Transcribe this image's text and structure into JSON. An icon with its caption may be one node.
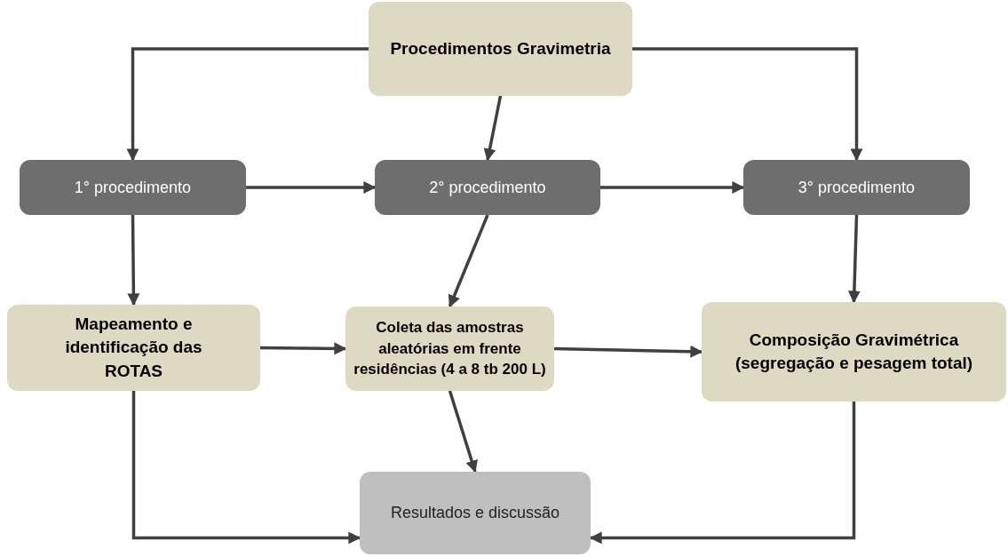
{
  "diagram": {
    "nodes": [
      {
        "text": [
          "Procedimentos Gravimetria"
        ]
      },
      {
        "text": [
          "1° procedimento"
        ]
      },
      {
        "text": [
          "2° procedimento"
        ]
      },
      {
        "text": [
          "3° procedimento"
        ]
      },
      {
        "text": [
          "Mapeamento e identificação das ROTAS"
        ]
      },
      {
        "text": [
          "Coleta das amostras aleatórias em frente residências (4 a 8 tb 200 L)"
        ]
      },
      {
        "text": [
          "Composição Gravimétrica (segregação e pesagem total)"
        ]
      },
      {
        "text": [
          "Resultados e discussão"
        ]
      }
    ],
    "edges": [
      {
        "from": 0,
        "to": 1,
        "arrow": "to"
      },
      {
        "from": 0,
        "to": 2,
        "arrow": "to"
      },
      {
        "from": 0,
        "to": 3,
        "arrow": "to"
      },
      {
        "from": 1,
        "to": 2,
        "arrow": "to"
      },
      {
        "from": 2,
        "to": 3,
        "arrow": "to"
      },
      {
        "from": 1,
        "to": 4,
        "arrow": "to"
      },
      {
        "from": 2,
        "to": 5,
        "arrow": "to"
      },
      {
        "from": 3,
        "to": 6,
        "arrow": "to"
      },
      {
        "from": 4,
        "to": 5,
        "arrow": "to"
      },
      {
        "from": 5,
        "to": 6,
        "arrow": "to"
      },
      {
        "from": 4,
        "to": 7,
        "arrow": "to"
      },
      {
        "from": 5,
        "to": 7,
        "arrow": "to"
      },
      {
        "from": 6,
        "to": 7,
        "arrow": "to"
      }
    ]
  }
}
